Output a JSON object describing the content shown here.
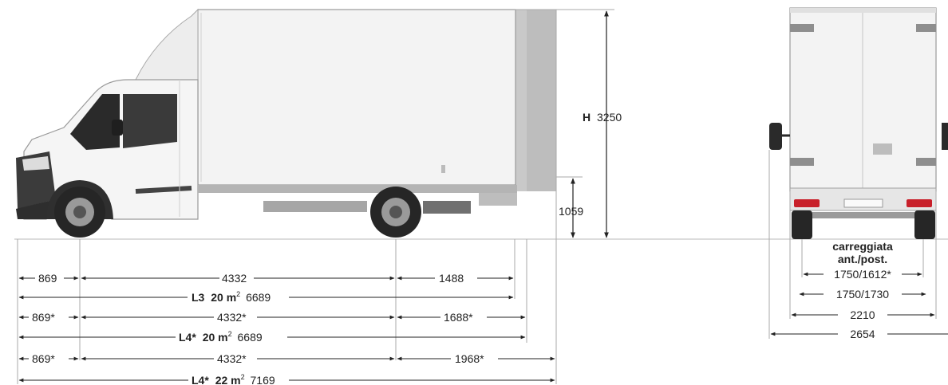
{
  "side_view": {
    "height_label_prefix": "H",
    "height_value": "3250",
    "chassis_height": "1059",
    "row1": {
      "front_overhang": "869",
      "wheelbase": "4332",
      "rear_overhang": "1488",
      "total_prefix": "L3",
      "total_volume": "20 m",
      "total_length": "6689"
    },
    "row2": {
      "front_overhang": "869*",
      "wheelbase": "4332*",
      "rear_overhang": "1688*",
      "total_prefix": "L4*",
      "total_volume": "20 m",
      "total_length": "6689"
    },
    "row3": {
      "front_overhang": "869*",
      "wheelbase": "4332*",
      "rear_overhang": "1968*",
      "total_prefix": "L4*",
      "total_volume": "22 m",
      "total_length": "7169"
    },
    "superscript": "2"
  },
  "rear_view": {
    "track_label_line1": "carreggiata",
    "track_label_line2": "ant./post.",
    "track_1": "1750/1612*",
    "track_2": "1750/1730",
    "body_width": "2210",
    "mirror_width": "2654"
  },
  "colors": {
    "line": "#222222",
    "ground": "#b8b8b8",
    "body": "#f2f2f2",
    "body_shadow": "#cfcfcf",
    "tyre": "#2b2b2b",
    "chassis": "#9a9a9a",
    "lamp_red": "#c8202a"
  }
}
